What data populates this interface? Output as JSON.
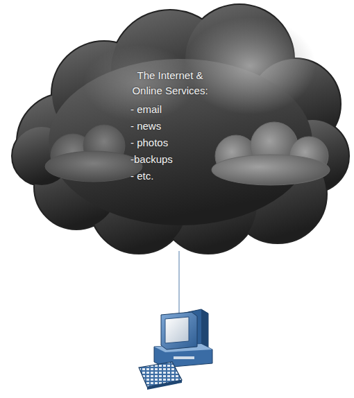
{
  "diagram": {
    "nodes": [
      {
        "text": [
          "The Internet & Online Services:",
          "- email",
          "- news",
          "- photos",
          "-backups",
          "- etc."
        ]
      }
    ]
  }
}
